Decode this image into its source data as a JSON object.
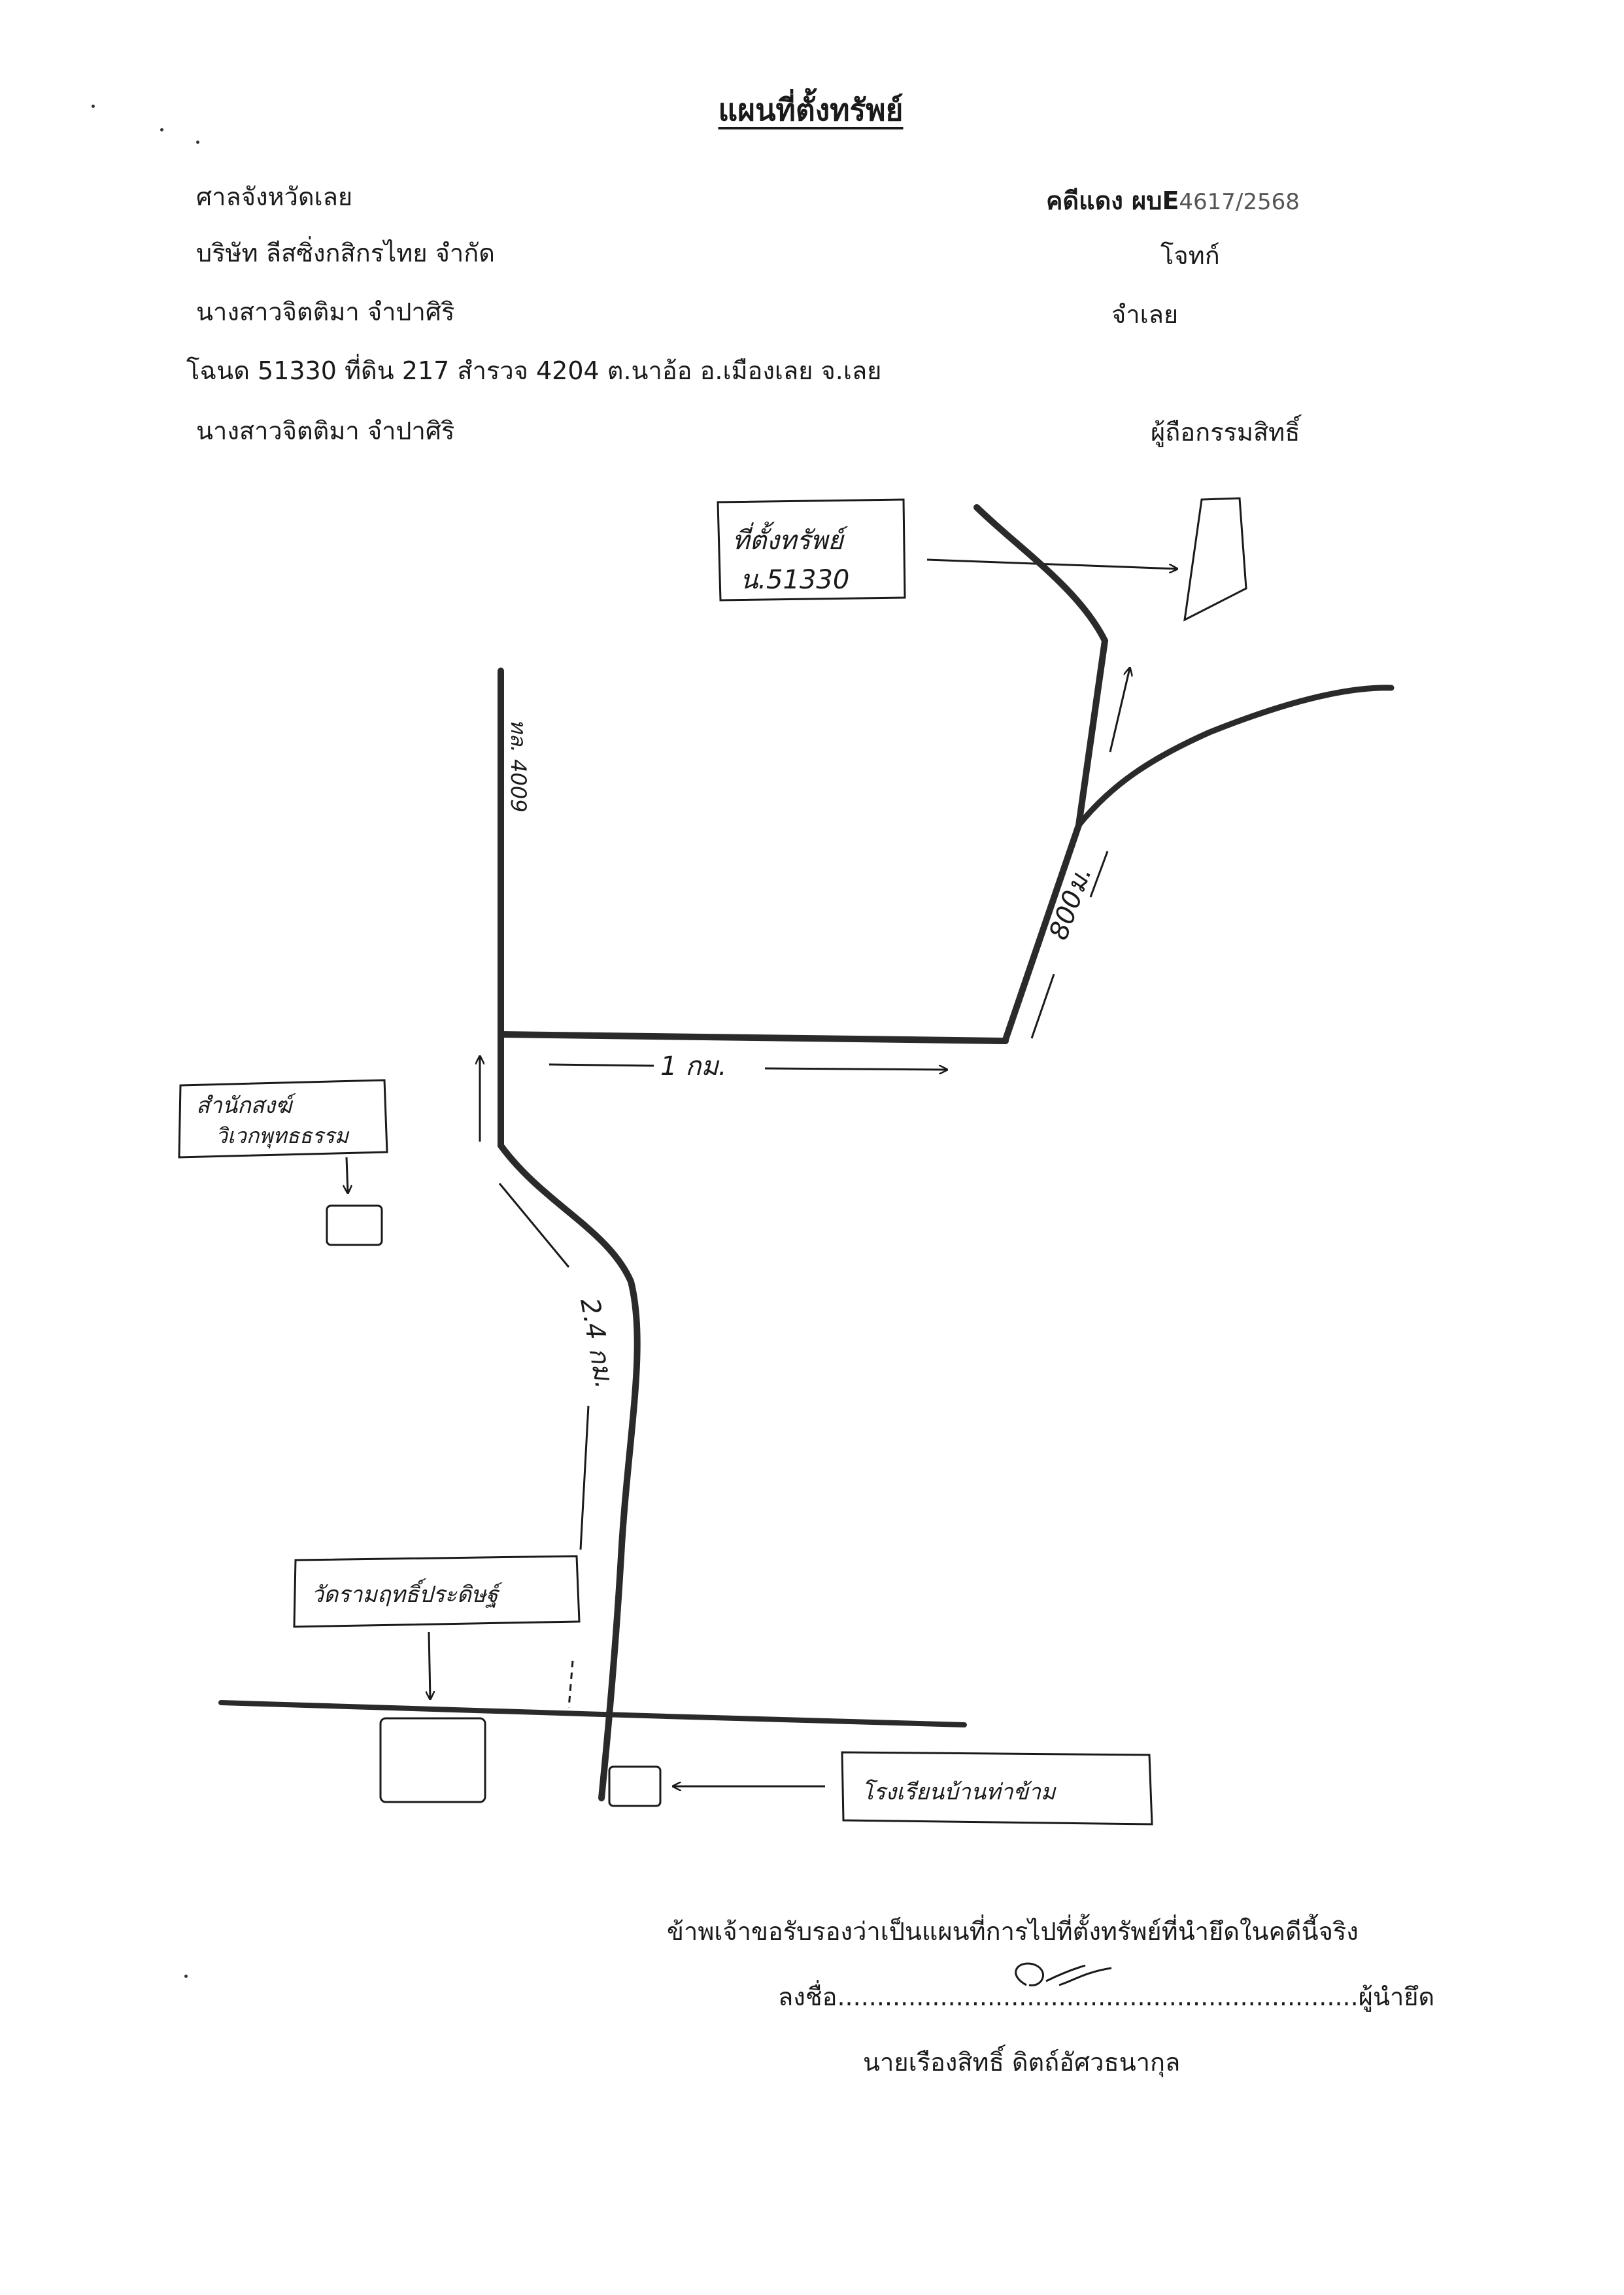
{
  "header": {
    "title": "แผนที่ตั้งทรัพย์",
    "court": "ศาลจังหวัดเลย",
    "case_number_prefix": "คดีแดง ผบE",
    "case_number": "4617/2568",
    "plaintiff": "บริษัท ลีสซิ่งกสิกรไทย จำกัด",
    "plaintiff_role": "โจทก์",
    "defendant": "นางสาวจิตติมา จำปาศิริ",
    "defendant_role": "จำเลย",
    "deed": "โฉนด 51330 ที่ดิน 217 สำรวจ 4204 ต.นาอ้อ  อ.เมืองเลย จ.เลย",
    "owner": "นางสาวจิตติมา จำปาศิริ",
    "owner_role": "ผู้ถือกรรมสิทธิ์"
  },
  "map": {
    "property_label_line1": "ที่ตั้งทรัพย์",
    "property_label_line2": "น.51330",
    "road_label": "ทล. 4009",
    "distance_800m": "800ม.",
    "distance_1km": "1 กม.",
    "distance_2_4km": "2.4 กม.",
    "monastery_line1": "สำนักสงฆ์",
    "monastery_line2": "วิเวกพุทธธรรม",
    "temple_label": "วัดรามฤทธิ์ประดิษฐ์",
    "school_label": "โรงเรียนบ้านท่าข้าม"
  },
  "footer": {
    "certify": "ข้าพเจ้าขอรับรองว่าเป็นแผนที่การไปที่ตั้งทรัพย์ที่นำยึดในคดีนี้จริง",
    "sign_prefix": "ลงชื่อ",
    "sign_dots": "..................................................................",
    "sign_suffix": "ผู้นำยึด",
    "signer_name": "นายเรืองสิทธิ์ ดิตถ์อัศวธนากุล"
  }
}
